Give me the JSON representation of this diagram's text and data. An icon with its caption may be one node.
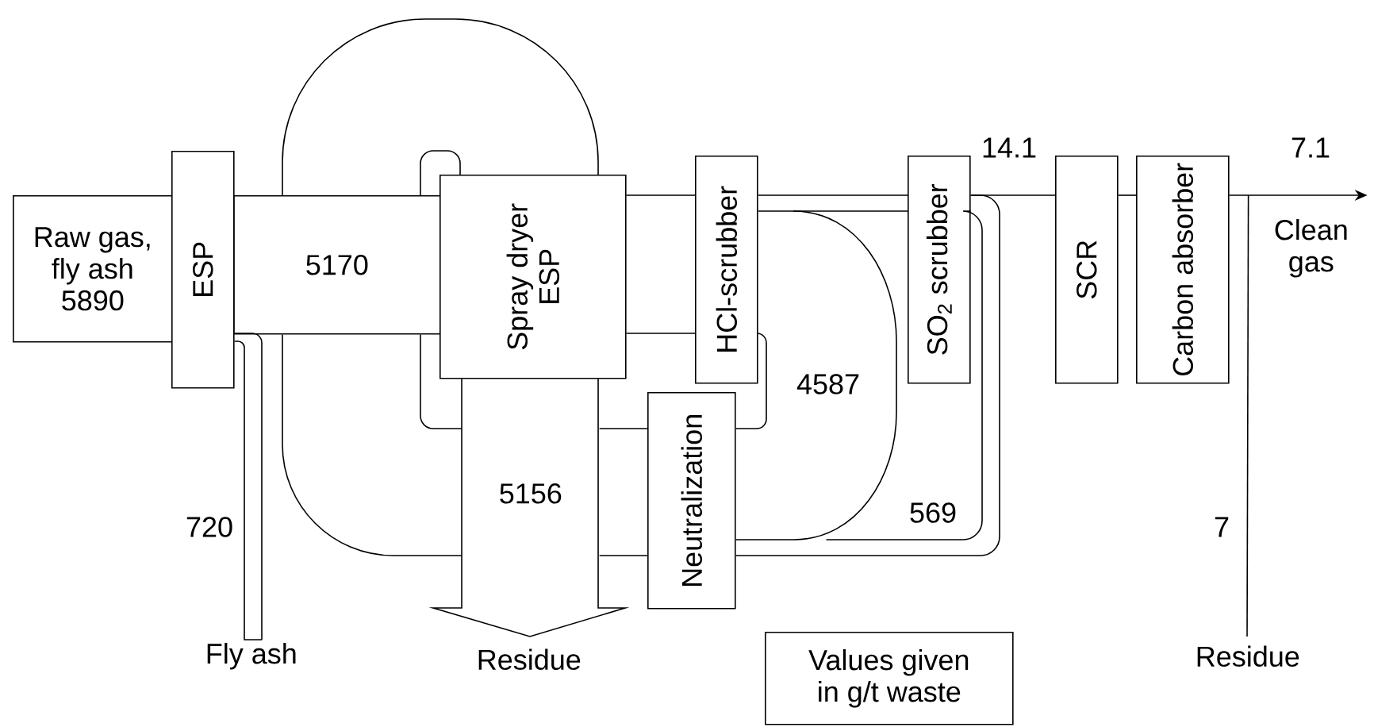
{
  "diagram": {
    "nodes": [
      {
        "text": [
          "Raw gas, fly ash",
          "5890"
        ]
      },
      {
        "text": [
          "ESP"
        ]
      },
      {
        "text": [
          "5170"
        ]
      },
      {
        "text": [
          "Spray dryer ESP"
        ]
      },
      {
        "text": [
          "5156"
        ]
      },
      {
        "text": [
          "HCl-scrubber"
        ]
      },
      {
        "text": [
          "Neutralization"
        ]
      },
      {
        "text": [
          "SO$_{2}$ scrubber"
        ]
      },
      {
        "text": [
          "SCR"
        ]
      },
      {
        "text": [
          "Carbon absorber"
        ]
      },
      {
        "text": [
          "Values given in g/t waste"
        ]
      },
      {
        "text": [
          "Fly ash"
        ]
      },
      {
        "text": [
          "Residue"
        ]
      },
      {
        "text": [
          "Residue"
        ]
      },
      {
        "text": [
          "Clean gas"
        ]
      }
    ],
    "edges": [
      {
        "from": 1,
        "to": 11,
        "arrow": "none",
        "label": "720"
      },
      {
        "from": 3,
        "to": 5,
        "arrow": "none"
      },
      {
        "from": 5,
        "to": 7,
        "arrow": "none"
      },
      {
        "from": 5,
        "to": 6,
        "arrow": "none"
      },
      {
        "from": 5,
        "to": 6,
        "arrow": "none",
        "label": "4587"
      },
      {
        "from": 7,
        "to": 6,
        "arrow": "none",
        "label": "569"
      },
      {
        "from": 6,
        "to": 4,
        "arrow": "none"
      },
      {
        "from": 7,
        "to": 8,
        "arrow": "none",
        "label": "14.1"
      },
      {
        "from": 8,
        "to": 9,
        "arrow": "none"
      },
      {
        "from": 9,
        "to": 14,
        "arrow": "to",
        "label": "7.1"
      },
      {
        "from": 9,
        "to": 13,
        "arrow": "none",
        "label": "7"
      },
      {
        "from": 2,
        "to": 3,
        "arrow": "none"
      },
      {
        "from": 2,
        "to": 4,
        "arrow": "none"
      },
      {
        "from": 2,
        "to": 3,
        "arrow": "none"
      },
      {
        "from": 2,
        "to": 4,
        "arrow": "none"
      }
    ]
  }
}
